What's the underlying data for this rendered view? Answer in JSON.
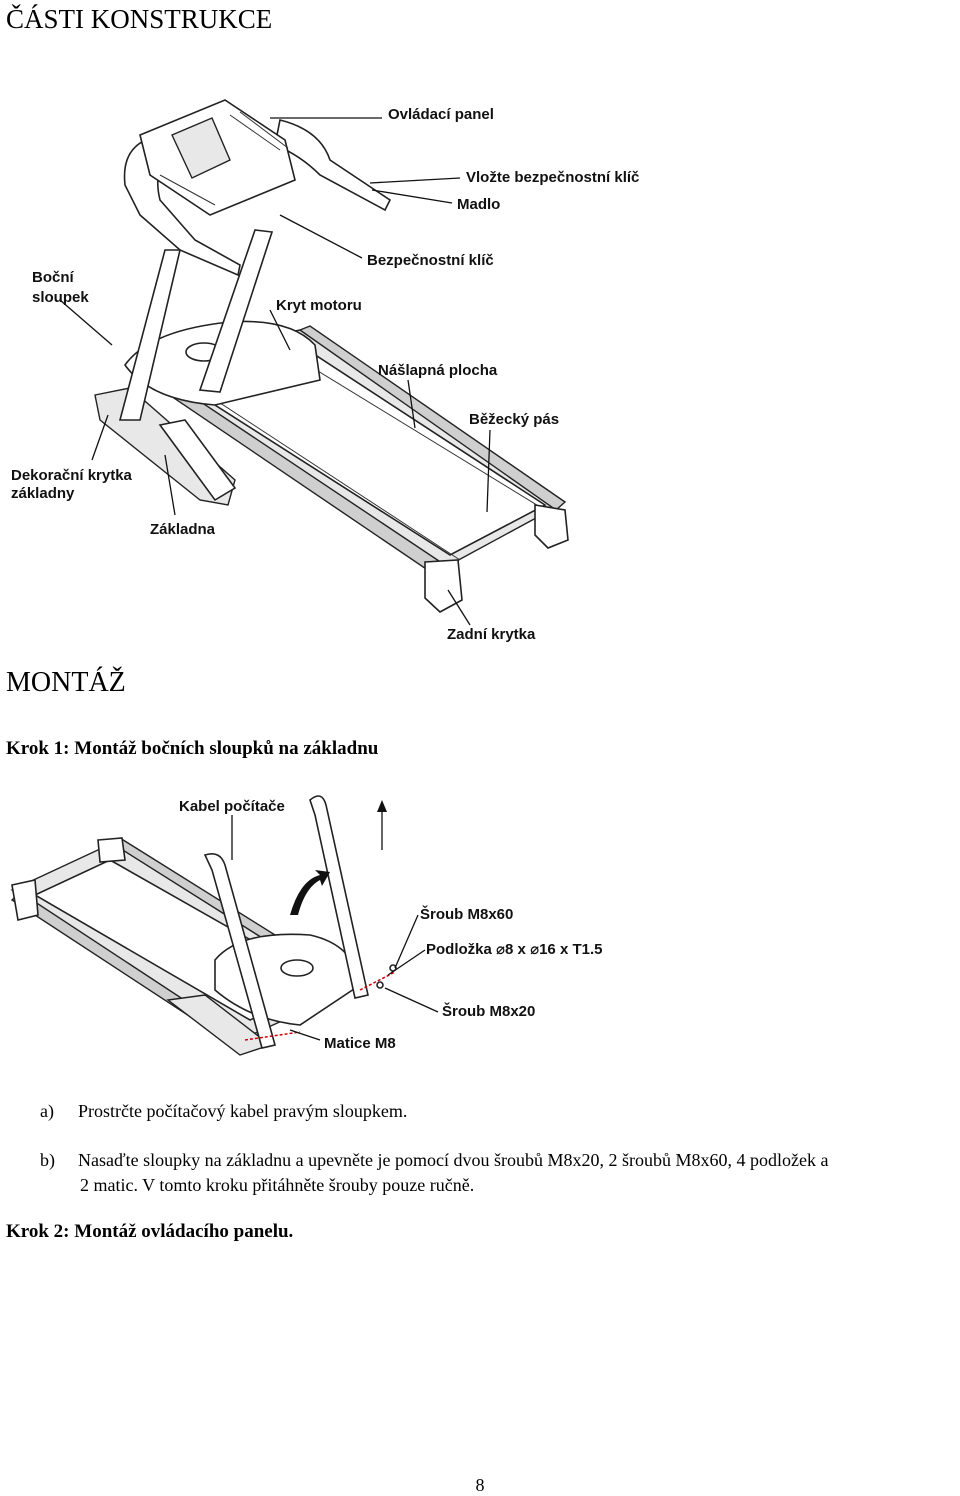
{
  "section_parts": {
    "title": "ČÁSTI KONSTRUKCE"
  },
  "figure1_labels": {
    "control_panel": "Ovládací panel",
    "insert_key": "Vložte bezpečnostní klíč",
    "handle": "Madlo",
    "safety_key": "Bezpečnostní klíč",
    "side_post_line1": "Boční",
    "side_post_line2": "sloupek",
    "motor_cover": "Kryt motoru",
    "step_surface": "Nášlapná plocha",
    "running_belt": "Běžecký pás",
    "base_cover_line1": "Dekorační krytka",
    "base_cover_line2": "základny",
    "base": "Základna",
    "rear_cover": "Zadní krytka"
  },
  "section_assembly": {
    "title": "MONTÁŽ"
  },
  "step1": {
    "title": "Krok 1: Montáž bočních sloupků na základnu"
  },
  "figure2_labels": {
    "computer_cable": "Kabel počítače",
    "bolt_m8x60": "Šroub M8x60",
    "washer": "Podložka ⌀8 x ⌀16 x T1.5",
    "bolt_m8x20": "Šroub M8x20",
    "nut_m8": "Matice M8"
  },
  "instructions": [
    {
      "marker": "a)",
      "line1": "Prostrčte počítačový kabel pravým sloupkem.",
      "line2": ""
    },
    {
      "marker": "b)",
      "line1": "Nasaďte sloupky na základnu a upevněte je pomocí dvou šroubů M8x20, 2 šroubů M8x60, 4 podložek a",
      "line2": "2 matic. V tomto kroku přitáhněte šrouby pouze ručně."
    }
  ],
  "step2": {
    "title": "Krok 2: Montáž ovládacího panelu."
  },
  "page": {
    "number": "8"
  }
}
